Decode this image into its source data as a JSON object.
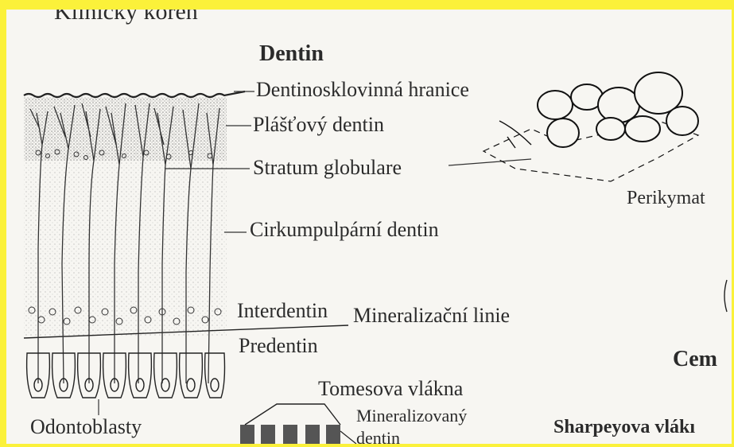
{
  "colors": {
    "frame": "#fbf13a",
    "paper": "#f7f6f2",
    "ink": "#2b2b2b"
  },
  "page": {
    "top_fragment": "Klinický kořen",
    "title": "Dentin"
  },
  "labels": {
    "dej": "Dentinosklovinná hranice",
    "mantle": "Plášťový dentin",
    "globular": "Stratum globulare",
    "circumpulpal": "Cirkumpulpární dentin",
    "interdentin": "Interdentin",
    "predentin": "Predentin",
    "mineralization": "Mineralizační linie",
    "odontoblasts": "Odontoblasty",
    "tomes": "Tomesova vlákna",
    "mineralized_1": "Mineralizovaný",
    "mineralized_2": "dentin",
    "perikymata": "Perikymat",
    "cement": "Cem",
    "sharpey": "Sharpeyova vlákı"
  }
}
